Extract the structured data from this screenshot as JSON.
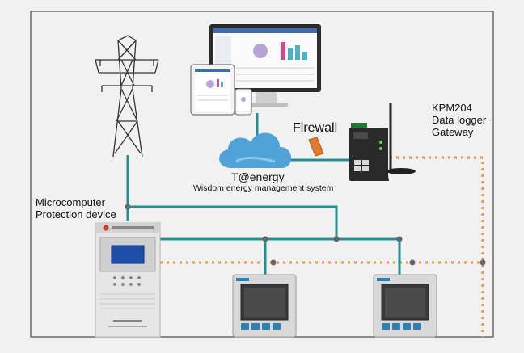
{
  "labels": {
    "firewall": "Firewall",
    "system_name": "T@energy",
    "system_subtitle": "Wisdom energy management system",
    "gateway_line1": "KPM204",
    "gateway_line2": "Data logger",
    "gateway_line3": "Gateway",
    "protection_line1": "Microcomputer",
    "protection_line2": "Protection device"
  },
  "colors": {
    "background": "#f1f1f1",
    "frame": "#555555",
    "bus_line": "#1f8f93",
    "dotted_line": "#e8944a",
    "junction": "#666666",
    "cloud": "#4fa3d8",
    "firewall_icon": "#e07b2d",
    "meter_body": "#d9d9d9",
    "meter_screen": "#3a3a3a",
    "protection_screen": "#1d4fa8"
  },
  "icons": [
    "transmission-tower-icon",
    "monitor-icon",
    "tablet-icon",
    "phone-icon",
    "cloud-icon",
    "firewall-icon",
    "gateway-icon",
    "protection-device-icon",
    "power-meter-icon"
  ]
}
